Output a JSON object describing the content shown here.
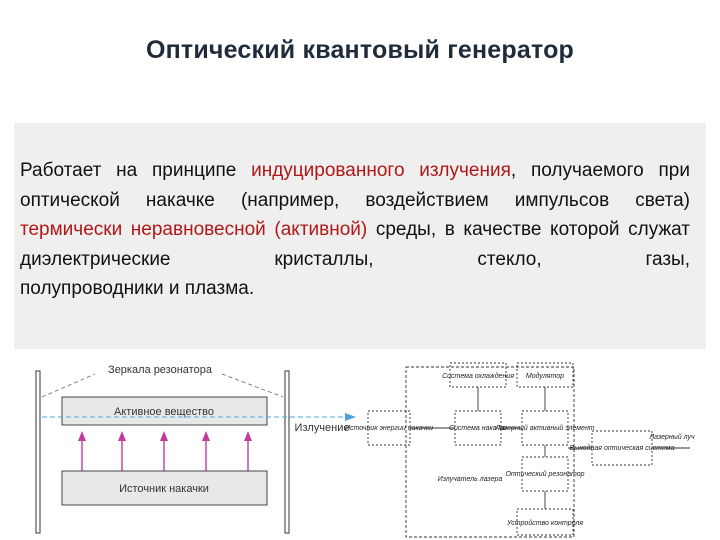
{
  "slide": {
    "title": "Оптический квантовый генератор",
    "paragraph": {
      "t1": "Работает на принципе ",
      "r1": "индуцированного излучения",
      "t2": ", получаемого при оптической накачке (например, воздействием импульсов света) ",
      "r2": "термически неравновесной (активной)",
      "t3": " среды, в качестве которой служат диэлектрические кристаллы, стекло, газы, ",
      "t4": "полупроводники и плазма."
    },
    "accent_color": "#b01818"
  },
  "left_diagram": {
    "mirrors_label": "Зеркала резонатора",
    "active_label": "Активное вещество",
    "emission_label": "Излучение",
    "pump_label": "Источник накачки"
  },
  "right_diagram": {
    "cooling": "Система охлаждения",
    "modulator": "Модулятор",
    "energy_source": "Источник энергии накачки",
    "pump_system": "Система накачки",
    "laser_element": "Лазерный активный элемент",
    "emitter": "Излучатель лазера",
    "optical_resonator": "Оптический резонатор",
    "deflection": "Выходная оптическая система",
    "laser_beam": "Лазерный луч",
    "control": "Устройство контроля"
  }
}
